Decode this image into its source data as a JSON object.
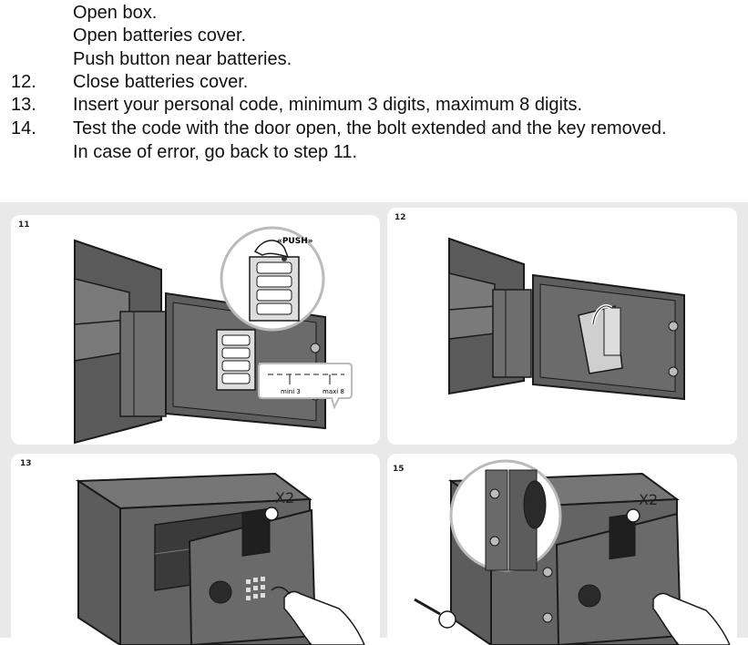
{
  "instructions": {
    "sub_steps": [
      "Open box.",
      "Open batteries cover.",
      "Push button near batteries."
    ],
    "steps": [
      {
        "num": "12.",
        "lines": [
          "Close batteries cover."
        ]
      },
      {
        "num": "13.",
        "lines": [
          "Insert your personal code, minimum 3 digits, maximum 8 digits."
        ]
      },
      {
        "num": "14.",
        "lines": [
          "Test the code with the door open, the bolt extended and the key removed.",
          "In case of error, go back to step 11."
        ]
      }
    ]
  },
  "panels": {
    "p11": {
      "label": "11",
      "push_text": "«PUSH»",
      "mini": "mini 3",
      "maxi": "maxi 8"
    },
    "p12": {
      "label": "12"
    },
    "p13": {
      "label": "13",
      "x2": "X2"
    },
    "p15": {
      "label": "15",
      "x2": "X2"
    }
  },
  "colors": {
    "safe_dark": "#585858",
    "safe_mid": "#6e6e6e",
    "outline": "#1a1a1a",
    "panel_bg": "#e9e9e9"
  }
}
